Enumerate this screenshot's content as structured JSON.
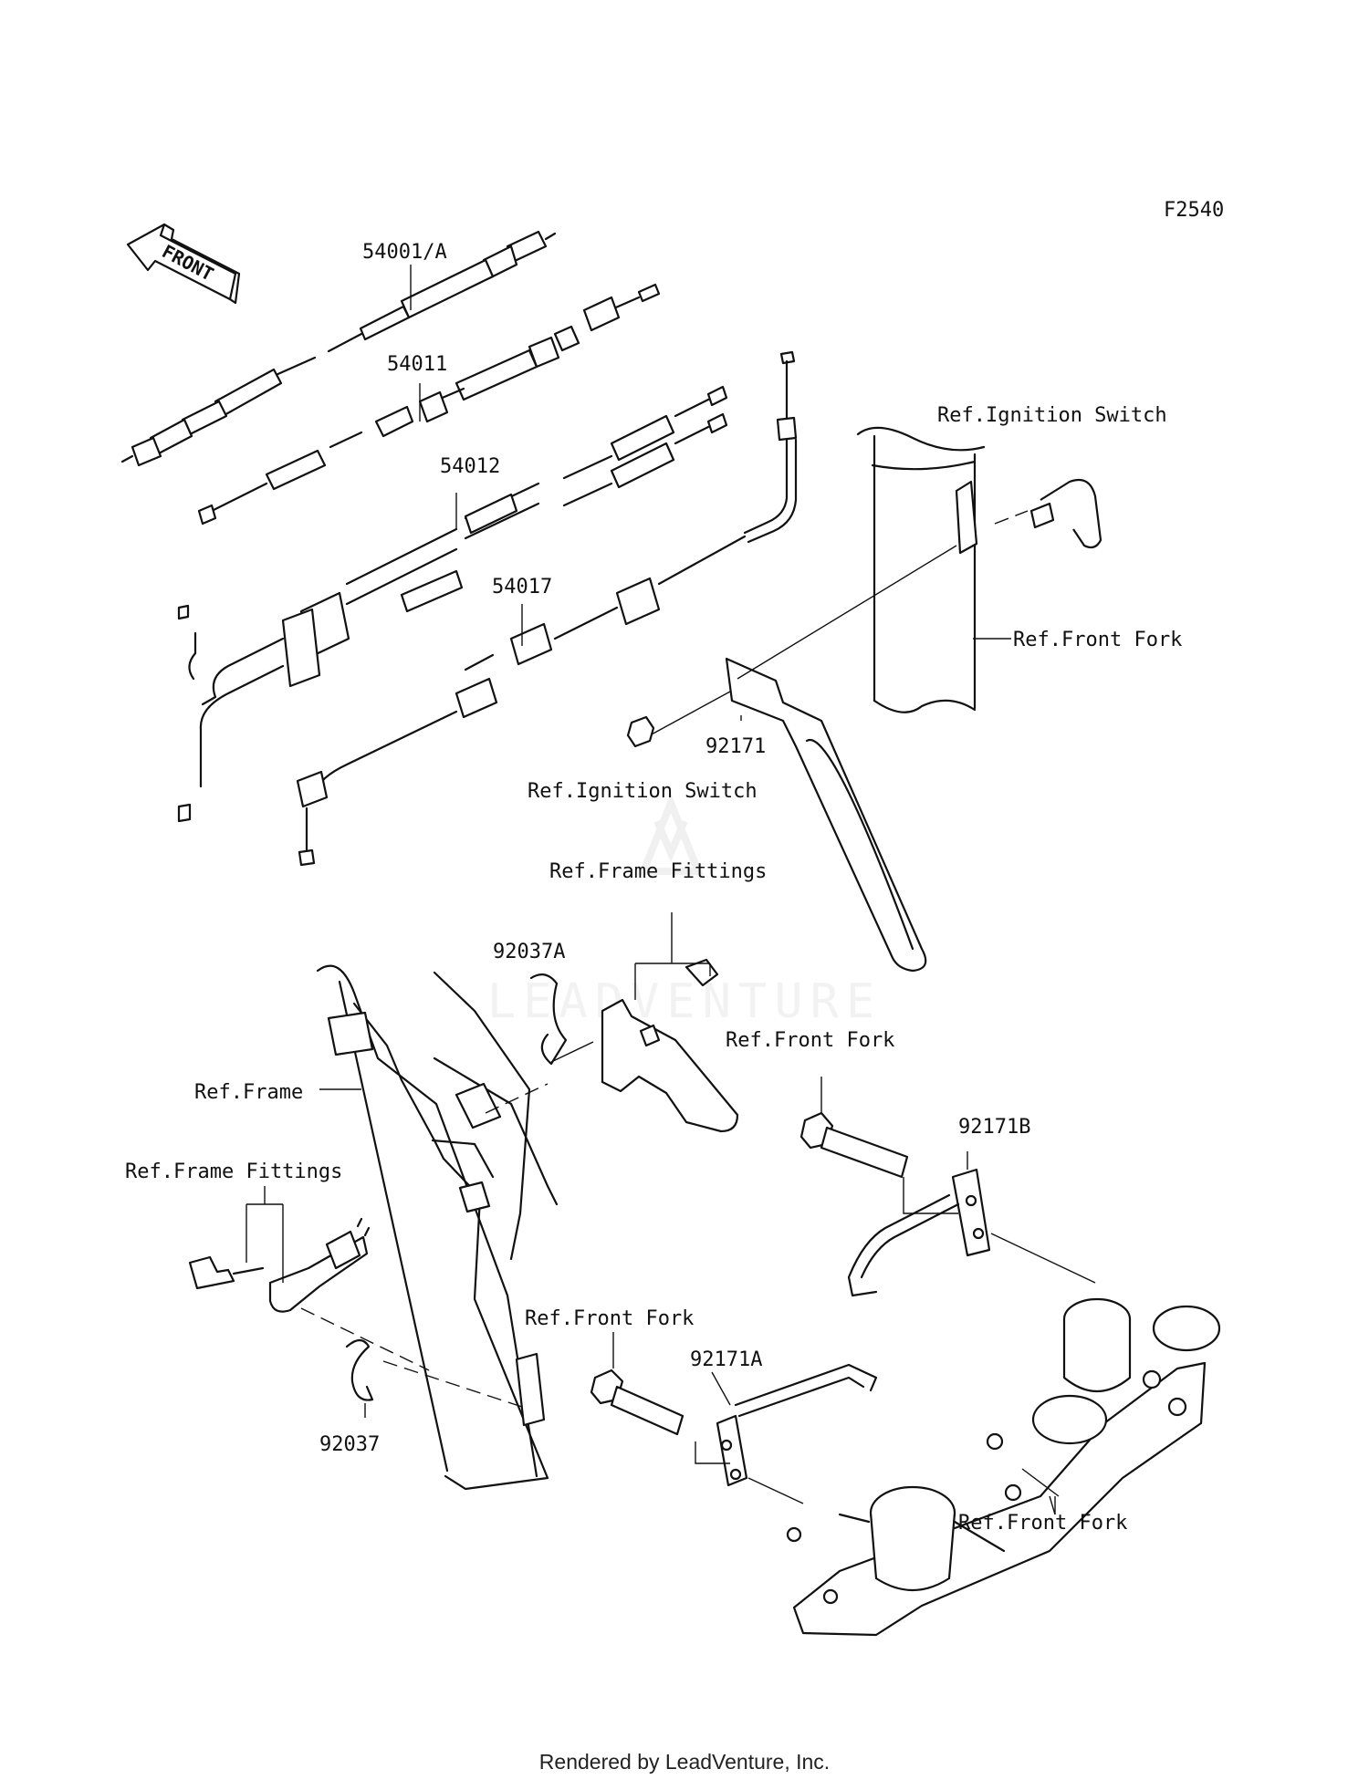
{
  "diagram_id": "F2540",
  "front_label": "FRONT",
  "watermark": "LEADVENTURE",
  "footer": "Rendered by LeadVenture, Inc.",
  "labels": {
    "p54001": "54001/A",
    "p54011": "54011",
    "p54012": "54012",
    "p54017": "54017",
    "p92171": "92171",
    "p92037a": "92037A",
    "p92171b": "92171B",
    "p92171a": "92171A",
    "p92037": "92037",
    "ref_ignition_1": "Ref.Ignition Switch",
    "ref_ignition_2": "Ref.Ignition Switch",
    "ref_front_fork_1": "Ref.Front Fork",
    "ref_front_fork_2": "Ref.Front Fork",
    "ref_front_fork_3": "Ref.Front Fork",
    "ref_front_fork_4": "Ref.Front Fork",
    "ref_frame_fittings_1": "Ref.Frame Fittings",
    "ref_frame_fittings_2": "Ref.Frame Fittings",
    "ref_frame": "Ref.Frame"
  }
}
